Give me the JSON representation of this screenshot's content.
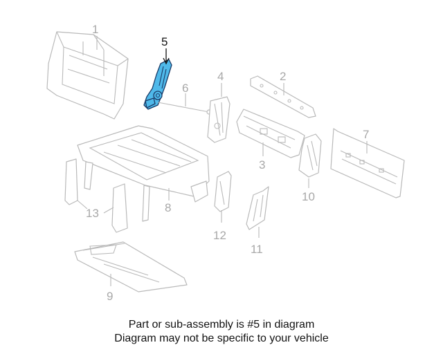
{
  "colors": {
    "banner_background": "#4fc0f6",
    "highlight_fill": "#4fb9ea",
    "highlight_stroke": "#1a3a66",
    "part_stroke": "#b9b9b9",
    "label_gray": "#a8a8a8"
  },
  "highlighted_callout": "5",
  "callouts": {
    "c1": "1",
    "c2": "2",
    "c3": "3",
    "c4": "4",
    "c5": "5",
    "c6": "6",
    "c7": "7",
    "c8": "8",
    "c9": "9",
    "c10": "10",
    "c11": "11",
    "c12": "12",
    "c13": "13"
  },
  "banner": {
    "line1": "Part or sub-assembly is #5 in diagram",
    "line2": "Diagram may not be specific to your vehicle"
  }
}
